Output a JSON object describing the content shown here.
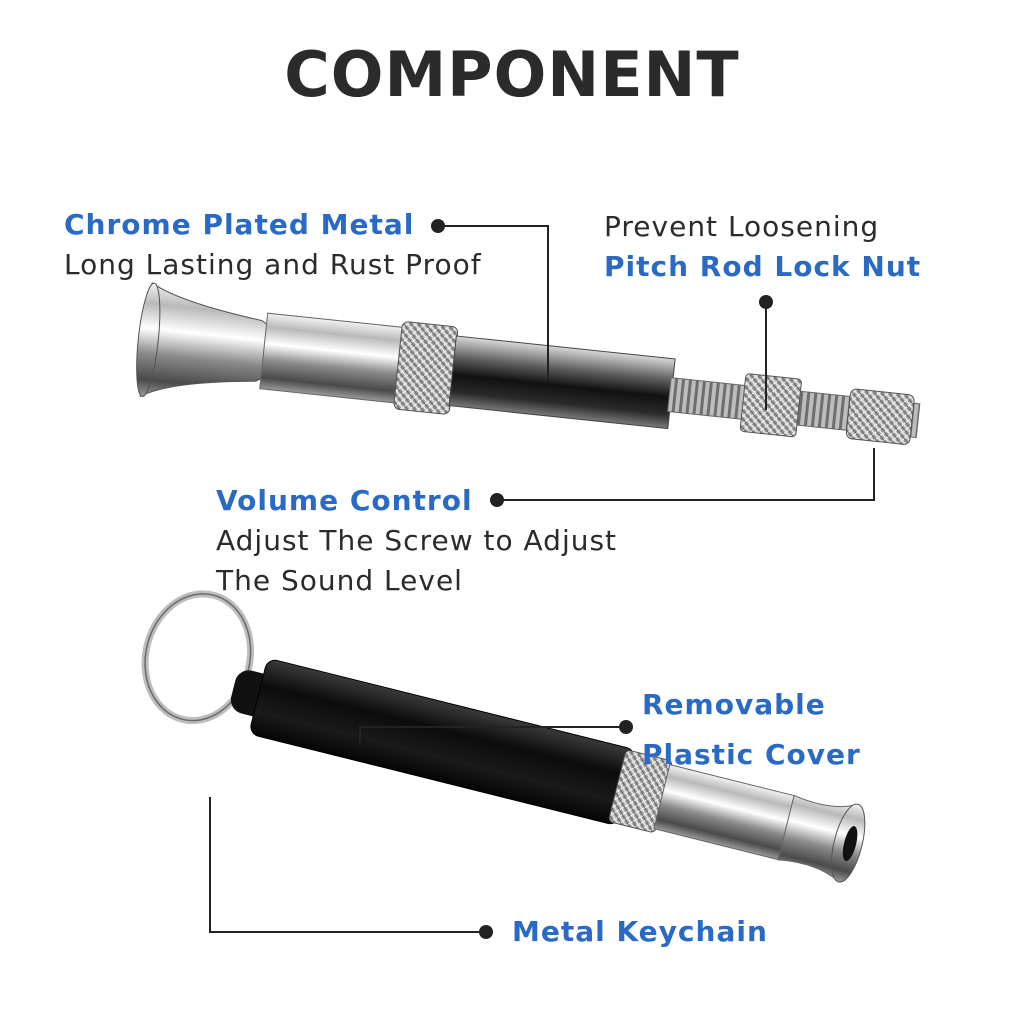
{
  "title": "COMPONENT",
  "callouts": {
    "chrome": {
      "highlight": "Chrome Plated Metal",
      "detail": "Long Lasting and Rust Proof"
    },
    "lock_nut": {
      "detail": "Prevent Loosening",
      "highlight": "Pitch Rod Lock Nut"
    },
    "volume": {
      "highlight": "Volume Control",
      "detail_line1": "Adjust The Screw to Adjust",
      "detail_line2": "The Sound Level"
    },
    "cover": {
      "highlight_line1": "Removable",
      "highlight_line2": "Plastic Cover"
    },
    "keychain": {
      "highlight": "Metal Keychain"
    }
  },
  "colors": {
    "accent": "#2a6ac4",
    "text": "#2b2b2b",
    "leader": "#222222"
  }
}
